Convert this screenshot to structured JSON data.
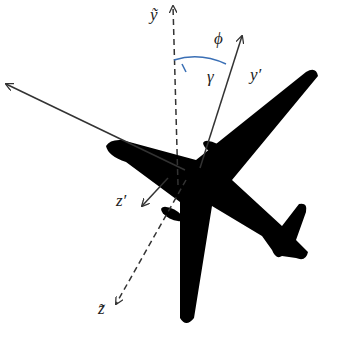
{
  "diagram": {
    "labels": [
      "ỹ",
      "ϕ",
      "γ",
      "y′",
      "z′",
      "z̃"
    ]
  }
}
